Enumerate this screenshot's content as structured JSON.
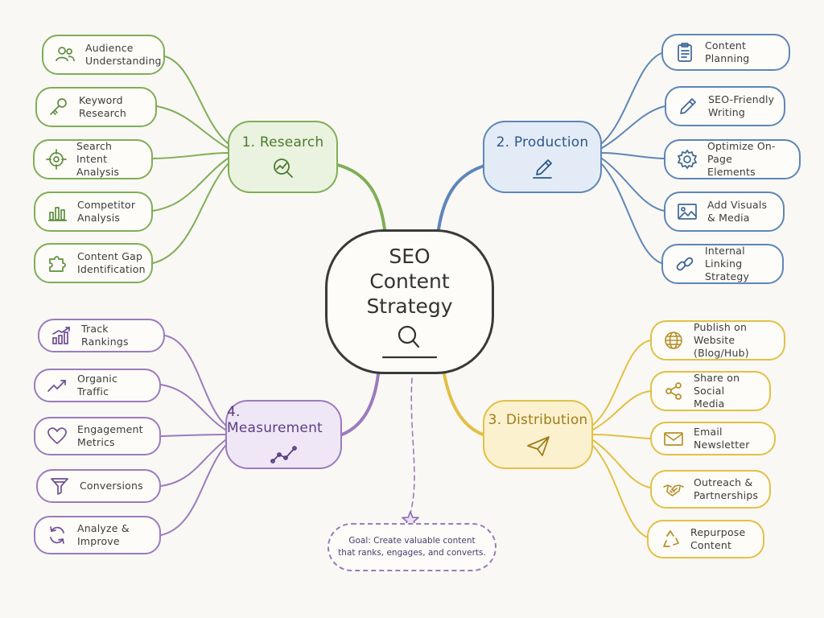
{
  "center": {
    "title": "SEO\nContent\nStrategy",
    "icon": "magnifier-icon"
  },
  "goal": {
    "text": "Goal: Create valuable content\nthat ranks, engages, and converts.",
    "icon": "star-icon"
  },
  "colors": {
    "research": "#7fae57",
    "production": "#5d86b8",
    "measurement": "#9b7bbd",
    "distribution": "#e2c045",
    "center": "#3a3a3a"
  },
  "branches": {
    "research": {
      "title": "1. Research",
      "icon": "magnifier-chart-icon",
      "items": [
        {
          "label": "Audience\nUnderstanding",
          "icon": "users-icon"
        },
        {
          "label": "Keyword\nResearch",
          "icon": "key-icon"
        },
        {
          "label": "Search Intent\nAnalysis",
          "icon": "target-icon"
        },
        {
          "label": "Competitor\nAnalysis",
          "icon": "bar-chart-icon"
        },
        {
          "label": "Content Gap\nIdentification",
          "icon": "puzzle-icon"
        }
      ]
    },
    "production": {
      "title": "2. Production",
      "icon": "pencil-icon",
      "items": [
        {
          "label": "Content Planning",
          "icon": "clipboard-icon"
        },
        {
          "label": "SEO-Friendly\nWriting",
          "icon": "pen-icon"
        },
        {
          "label": "Optimize On-Page\nElements",
          "icon": "gear-icon"
        },
        {
          "label": "Add Visuals\n& Media",
          "icon": "image-icon"
        },
        {
          "label": "Internal Linking\nStrategy",
          "icon": "link-icon"
        }
      ]
    },
    "measurement": {
      "title": "4. Measurement",
      "icon": "line-chart-icon",
      "items": [
        {
          "label": "Track Rankings",
          "icon": "rankings-icon"
        },
        {
          "label": "Organic Traffic",
          "icon": "trend-icon"
        },
        {
          "label": "Engagement\nMetrics",
          "icon": "heart-icon"
        },
        {
          "label": "Conversions",
          "icon": "funnel-icon"
        },
        {
          "label": "Analyze &\nImprove",
          "icon": "refresh-icon"
        }
      ]
    },
    "distribution": {
      "title": "3. Distribution",
      "icon": "paper-plane-icon",
      "items": [
        {
          "label": "Publish on Website\n(Blog/Hub)",
          "icon": "globe-icon"
        },
        {
          "label": "Share on Social\nMedia",
          "icon": "share-icon"
        },
        {
          "label": "Email Newsletter",
          "icon": "envelope-icon"
        },
        {
          "label": "Outreach &\nPartnerships",
          "icon": "handshake-icon"
        },
        {
          "label": "Repurpose\nContent",
          "icon": "recycle-icon"
        }
      ]
    }
  }
}
